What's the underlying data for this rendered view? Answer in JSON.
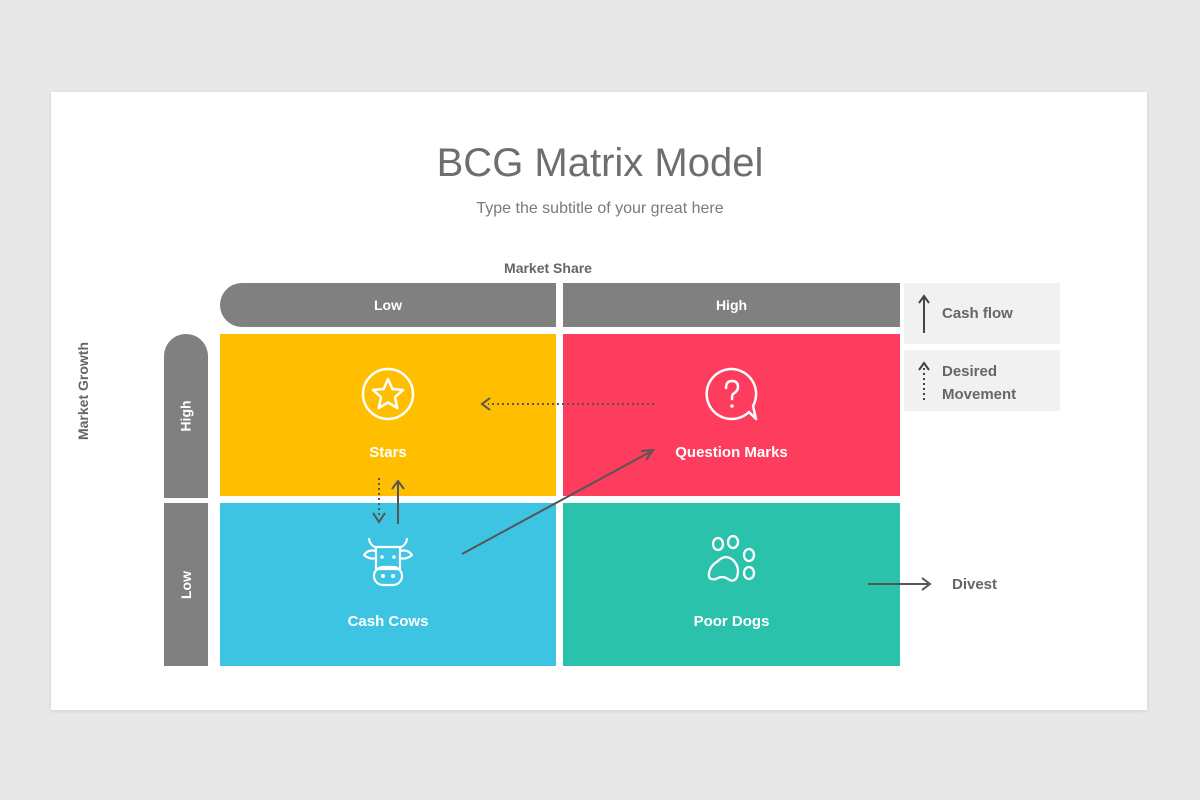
{
  "title": "BCG Matrix Model",
  "subtitle": "Type the subtitle of your great here",
  "axes": {
    "x_label": "Market Share",
    "y_label": "Market Growth",
    "x_low": "Low",
    "x_high": "High",
    "y_high": "High",
    "y_low": "Low"
  },
  "quadrants": {
    "stars": {
      "label": "Stars",
      "icon": "star-icon",
      "color": "#ffbf00"
    },
    "question_marks": {
      "label": "Question Marks",
      "icon": "question-bubble-icon",
      "color": "#fe3c5d"
    },
    "cash_cows": {
      "label": "Cash Cows",
      "icon": "cow-icon",
      "color": "#3cc4e2"
    },
    "poor_dogs": {
      "label": "Poor Dogs",
      "icon": "paw-icon",
      "color": "#2bc2ab"
    }
  },
  "legend": {
    "cash_flow": "Cash flow",
    "desired_movement": "Desired Movement"
  },
  "divest": "Divest",
  "colors": {
    "header": "#808080",
    "text": "#666666"
  }
}
